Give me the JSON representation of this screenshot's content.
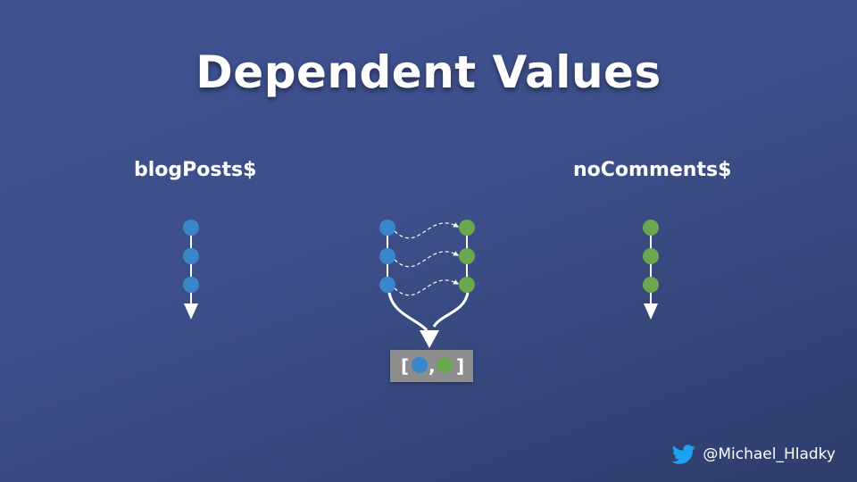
{
  "slide": {
    "title": "Dependent Values",
    "left_stream_label": "blogPosts$",
    "right_stream_label": "noComments$",
    "combined_open": "[",
    "combined_sep": ",",
    "combined_close": "]",
    "credit_handle": "@Michael_Hladky",
    "credit_icon": "twitter-bird-icon"
  },
  "colors": {
    "blue_marble": "#3a86cc",
    "green_marble": "#6aa84f",
    "combined_box": "#8d8d8d",
    "arrow": "#ffffff"
  }
}
